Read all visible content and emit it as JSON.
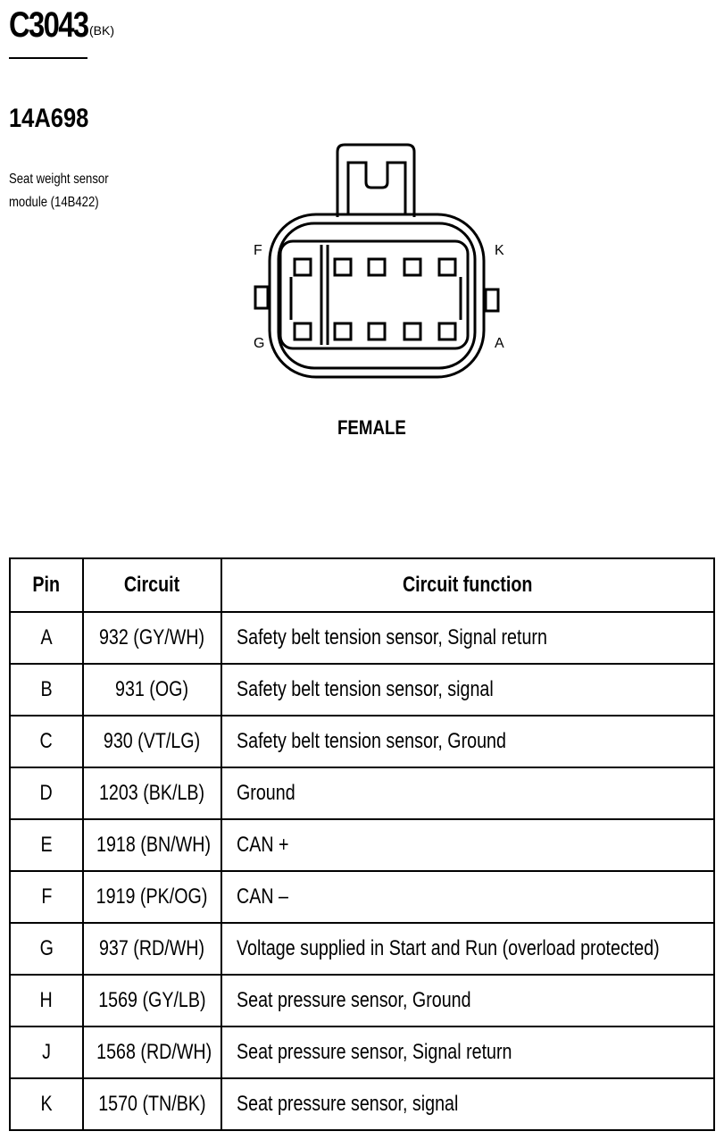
{
  "header": {
    "connector_id": "C3043",
    "connector_color": "(BK)",
    "part_number": "14A698",
    "module_line1": "Seat weight sensor",
    "module_line2": "module (14B422)"
  },
  "diagram": {
    "pin_labels": {
      "top_left": "F",
      "bottom_left": "G",
      "top_right": "K",
      "bottom_right": "A"
    },
    "gender_label": "FEMALE"
  },
  "table": {
    "headers": {
      "pin": "Pin",
      "circuit": "Circuit",
      "function": "Circuit function"
    },
    "rows": [
      {
        "pin": "A",
        "circuit": "932 (GY/WH)",
        "function": "Safety belt tension sensor, Signal return"
      },
      {
        "pin": "B",
        "circuit": "931 (OG)",
        "function": "Safety belt tension sensor, signal"
      },
      {
        "pin": "C",
        "circuit": "930 (VT/LG)",
        "function": "Safety belt tension sensor, Ground"
      },
      {
        "pin": "D",
        "circuit": "1203 (BK/LB)",
        "function": "Ground"
      },
      {
        "pin": "E",
        "circuit": "1918 (BN/WH)",
        "function": "CAN +"
      },
      {
        "pin": "F",
        "circuit": "1919 (PK/OG)",
        "function": "CAN –"
      },
      {
        "pin": "G",
        "circuit": "937 (RD/WH)",
        "function": "Voltage supplied in Start and Run (overload protected)"
      },
      {
        "pin": "H",
        "circuit": "1569 (GY/LB)",
        "function": "Seat pressure sensor, Ground"
      },
      {
        "pin": "J",
        "circuit": "1568 (RD/WH)",
        "function": "Seat pressure sensor, Signal return"
      },
      {
        "pin": "K",
        "circuit": "1570 (TN/BK)",
        "function": "Seat pressure sensor, signal"
      }
    ]
  }
}
